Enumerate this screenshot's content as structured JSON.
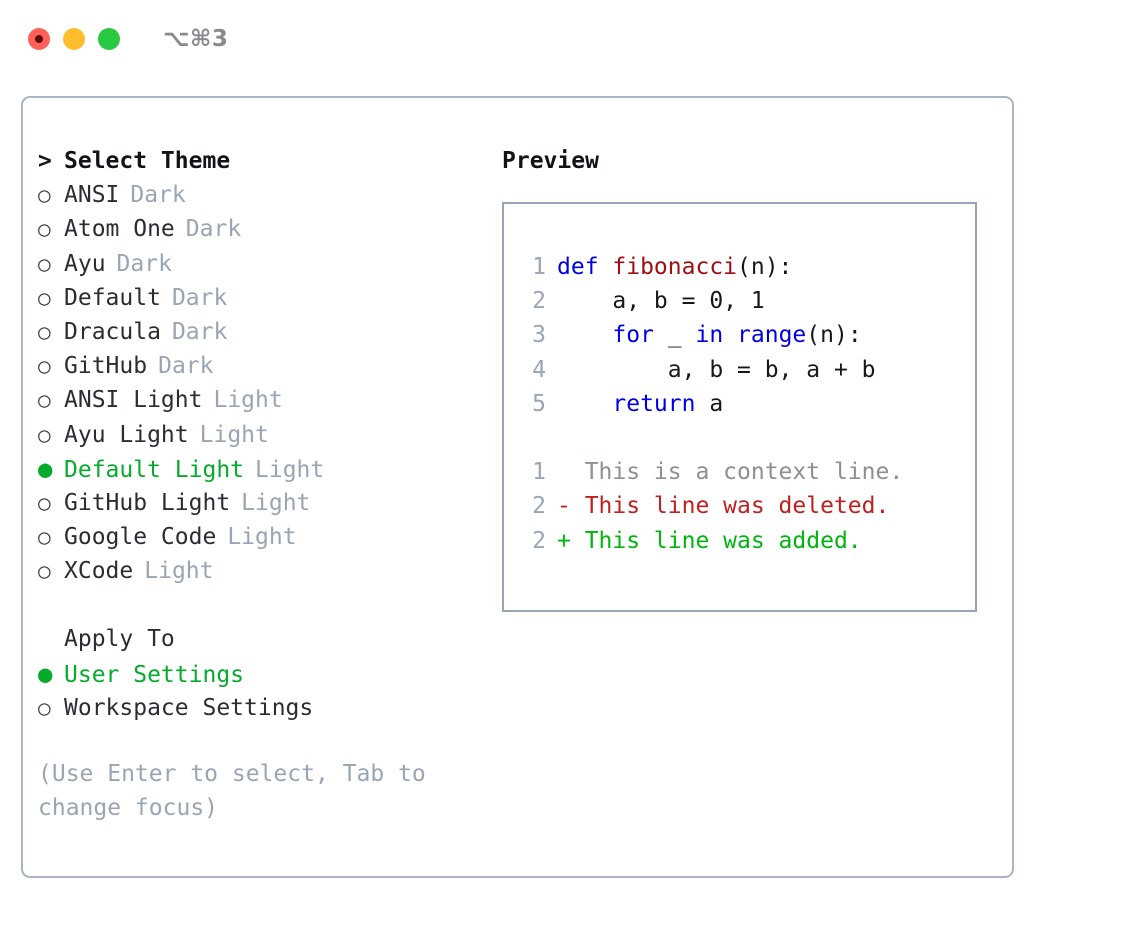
{
  "titlebar": {
    "shortcut": "⌥⌘3",
    "buttons": {
      "close": "close",
      "minimize": "minimize",
      "maximize": "maximize"
    }
  },
  "theme_list": {
    "header": {
      "marker": ">",
      "label": "Select Theme"
    },
    "items": [
      {
        "marker": "○",
        "label": "ANSI",
        "tag": "Dark",
        "selected": false
      },
      {
        "marker": "○",
        "label": "Atom One",
        "tag": "Dark",
        "selected": false
      },
      {
        "marker": "○",
        "label": "Ayu",
        "tag": "Dark",
        "selected": false
      },
      {
        "marker": "○",
        "label": "Default",
        "tag": "Dark",
        "selected": false
      },
      {
        "marker": "○",
        "label": "Dracula",
        "tag": "Dark",
        "selected": false
      },
      {
        "marker": "○",
        "label": "GitHub",
        "tag": "Dark",
        "selected": false
      },
      {
        "marker": "○",
        "label": "ANSI Light",
        "tag": "Light",
        "selected": false
      },
      {
        "marker": "○",
        "label": "Ayu Light",
        "tag": "Light",
        "selected": false
      },
      {
        "marker": "●",
        "label": "Default Light",
        "tag": "Light",
        "selected": true
      },
      {
        "marker": "○",
        "label": "GitHub Light",
        "tag": "Light",
        "selected": false
      },
      {
        "marker": "○",
        "label": "Google Code",
        "tag": "Light",
        "selected": false
      },
      {
        "marker": "○",
        "label": "XCode",
        "tag": "Light",
        "selected": false
      }
    ]
  },
  "apply_to": {
    "header": "Apply To",
    "items": [
      {
        "marker": "●",
        "label": "User Settings",
        "selected": true
      },
      {
        "marker": "○",
        "label": "Workspace Settings",
        "selected": false
      }
    ]
  },
  "hint": "(Use Enter to select, Tab to change focus)",
  "preview": {
    "title": "Preview",
    "code_lines": [
      {
        "num": "1",
        "segments": [
          {
            "text": "def ",
            "kind": "kw"
          },
          {
            "text": "fibonacci",
            "kind": "fn"
          },
          {
            "text": "(n):",
            "kind": "plain"
          }
        ]
      },
      {
        "num": "2",
        "segments": [
          {
            "text": "    a, b = 0, 1",
            "kind": "plain"
          }
        ]
      },
      {
        "num": "3",
        "segments": [
          {
            "text": "    ",
            "kind": "plain"
          },
          {
            "text": "for",
            "kind": "kw"
          },
          {
            "text": " _ ",
            "kind": "plain"
          },
          {
            "text": "in",
            "kind": "kw"
          },
          {
            "text": " ",
            "kind": "plain"
          },
          {
            "text": "range",
            "kind": "kw"
          },
          {
            "text": "(n):",
            "kind": "plain"
          }
        ]
      },
      {
        "num": "4",
        "segments": [
          {
            "text": "        a, b = b, a + b",
            "kind": "plain"
          }
        ]
      },
      {
        "num": "5",
        "segments": [
          {
            "text": "    ",
            "kind": "plain"
          },
          {
            "text": "return",
            "kind": "kw"
          },
          {
            "text": " a",
            "kind": "plain"
          }
        ]
      }
    ],
    "diff_lines": [
      {
        "num": "1",
        "segments": [
          {
            "text": "  This is a context line.",
            "kind": "ctx"
          }
        ]
      },
      {
        "num": "2",
        "segments": [
          {
            "text": "- This line was deleted.",
            "kind": "del"
          }
        ]
      },
      {
        "num": "2",
        "segments": [
          {
            "text": "+ This line was added.",
            "kind": "add"
          }
        ]
      }
    ]
  },
  "colors": {
    "accent_green": "#06ab2e",
    "muted": "#9aa5b4",
    "keyword_blue": "#0000e6",
    "function_red": "#a01010",
    "diff_delete": "#c02020",
    "diff_add": "#00b50e",
    "border": "#aab4c2",
    "traffic_close": "#FF6057",
    "traffic_min": "#FFBD2E",
    "traffic_max": "#28C840"
  }
}
